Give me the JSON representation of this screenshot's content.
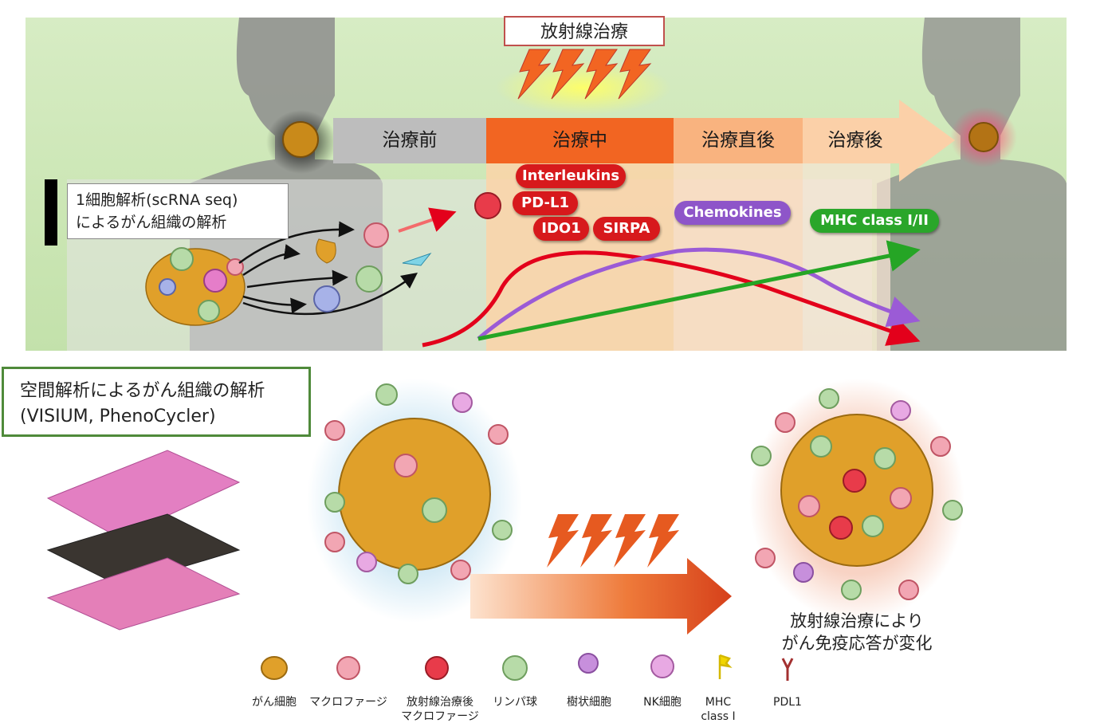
{
  "radiotherapy_label": "放射線治療",
  "timeline": {
    "stages": [
      "治療前",
      "治療中",
      "治療直後",
      "治療後"
    ]
  },
  "scrna_box": {
    "line1": "1細胞解析(scRNA seq)",
    "line2": "によるがん組織の解析"
  },
  "factors": {
    "interleukins": "Interleukins",
    "pdl1": "PD-L1",
    "ido1": "IDO1",
    "sirpa": "SIRPA",
    "chemokines": "Chemokines",
    "mhc": "MHC class I/II"
  },
  "spatial_box": {
    "line1": "空間解析によるがん組織の解析",
    "line2": "(VISIUM, PhenoCycler)"
  },
  "result_caption": {
    "line1": "放射線治療により",
    "line2": "がん免疫応答が変化"
  },
  "legend": [
    {
      "icon": "cancer-cell-icon",
      "label": "がん細胞"
    },
    {
      "icon": "macrophage-icon",
      "label": "マクロファージ"
    },
    {
      "icon": "irradiated-macrophage-icon",
      "label": "放射線治療後\nマクロファージ"
    },
    {
      "icon": "lymphocyte-icon",
      "label": "リンパ球"
    },
    {
      "icon": "dendritic-cell-icon",
      "label": "樹状細胞"
    },
    {
      "icon": "nk-cell-icon",
      "label": "NK細胞"
    },
    {
      "icon": "mhc-flag-icon",
      "label": "MHC\nclass I"
    },
    {
      "icon": "pdl1-icon",
      "label": "PDL1"
    }
  ],
  "colors": {
    "stage_before": "#bdbdbd",
    "stage_during": "#f26522",
    "stage_after1": "#f9b37f",
    "stage_after2": "#fbd0a8",
    "interleukins_pill": "#d7191c",
    "chemokines_pill": "#8e55c9",
    "mhc_pill": "#2aa62a",
    "spatial_border": "#4f8a3a"
  }
}
